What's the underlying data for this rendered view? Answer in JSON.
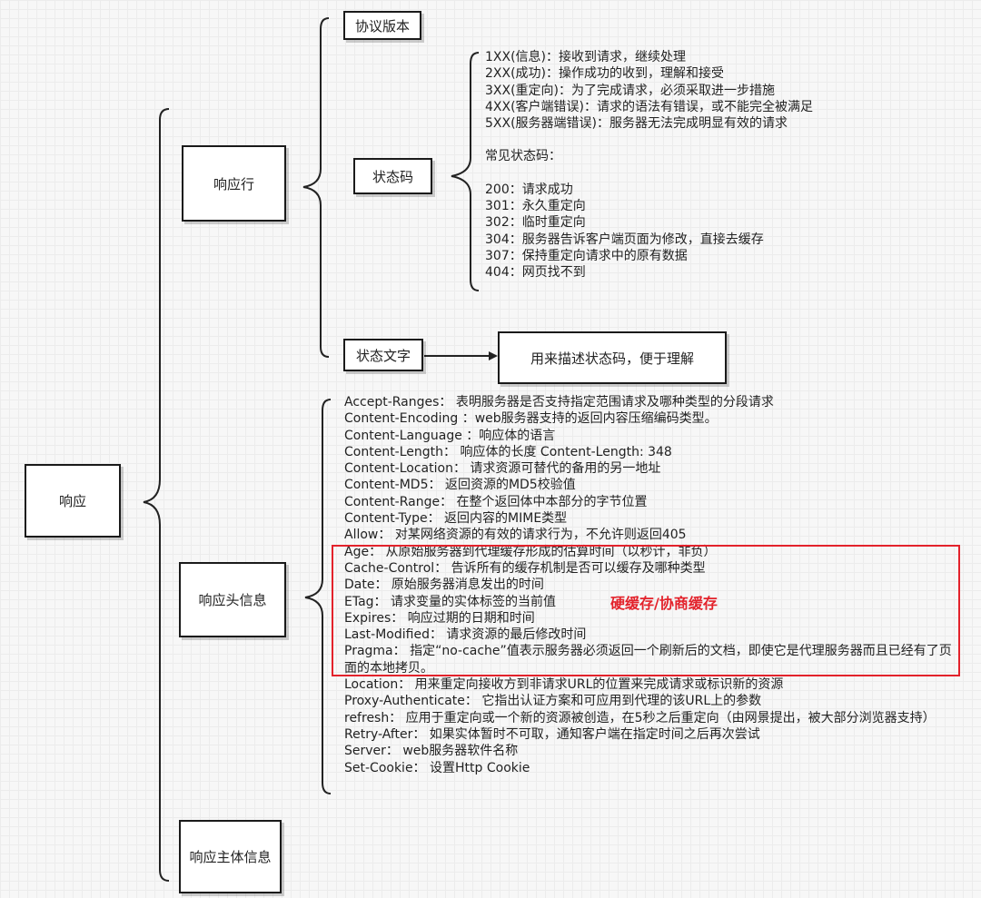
{
  "nodes": {
    "root": "响应",
    "response_line": "响应行",
    "protocol_version": "协议版本",
    "status_code": "状态码",
    "status_text": "状态文字",
    "status_text_desc": "用来描述状态码，便于理解",
    "response_headers": "响应头信息",
    "response_body": "响应主体信息"
  },
  "status_codes": {
    "classes": [
      "1XX(信息)：接收到请求，继续处理",
      "2XX(成功)：操作成功的收到，理解和接受",
      "3XX(重定向)：为了完成请求，必须采取进一步措施",
      "4XX(客户端错误)：请求的语法有错误，或不能完全被满足",
      "5XX(服务器端错误)：服务器无法完成明显有效的请求"
    ],
    "common_title": "常见状态码：",
    "common": [
      "200：请求成功",
      "301：永久重定向",
      "302：临时重定向",
      "304：服务器告诉客户端页面为修改，直接去缓存",
      "307：保持重定向请求中的原有数据",
      "404：网页找不到"
    ]
  },
  "headers": [
    "Accept-Ranges： 表明服务器是否支持指定范围请求及哪种类型的分段请求",
    "Content-Encoding ：web服务器支持的返回内容压缩编码类型。",
    "Content-Language ：响应体的语言",
    "Content-Length： 响应体的长度 Content-Length: 348",
    "Content-Location： 请求资源可替代的备用的另一地址",
    "Content-MD5： 返回资源的MD5校验值",
    "Content-Range： 在整个返回体中本部分的字节位置",
    "Content-Type： 返回内容的MIME类型",
    "Allow： 对某网络资源的有效的请求行为，不允许则返回405",
    "Age： 从原始服务器到代理缓存形成的估算时间（以秒计，非负）",
    "Cache-Control： 告诉所有的缓存机制是否可以缓存及哪种类型",
    "Date： 原始服务器消息发出的时间",
    "ETag： 请求变量的实体标签的当前值",
    "Expires： 响应过期的日期和时间",
    "Last-Modified： 请求资源的最后修改时间",
    "Pragma： 指定“no-cache”值表示服务器必须返回一个刷新后的文档，即使它是代理服务器而且已经有了页面的本地拷贝。",
    "Location： 用来重定向接收方到非请求URL的位置来完成请求或标识新的资源",
    "Proxy-Authenticate： 它指出认证方案和可应用到代理的该URL上的参数",
    "refresh： 应用于重定向或一个新的资源被创造，在5秒之后重定向（由网景提出，被大部分浏览器支持）",
    "Retry-After： 如果实体暂时不可取，通知客户端在指定时间之后再次尝试",
    "Server： web服务器软件名称",
    "Set-Cookie： 设置Http Cookie"
  ],
  "cache_label": "硬缓存/协商缓存",
  "colors": {
    "highlight": "#e3222b",
    "border": "#1a1a1a"
  }
}
